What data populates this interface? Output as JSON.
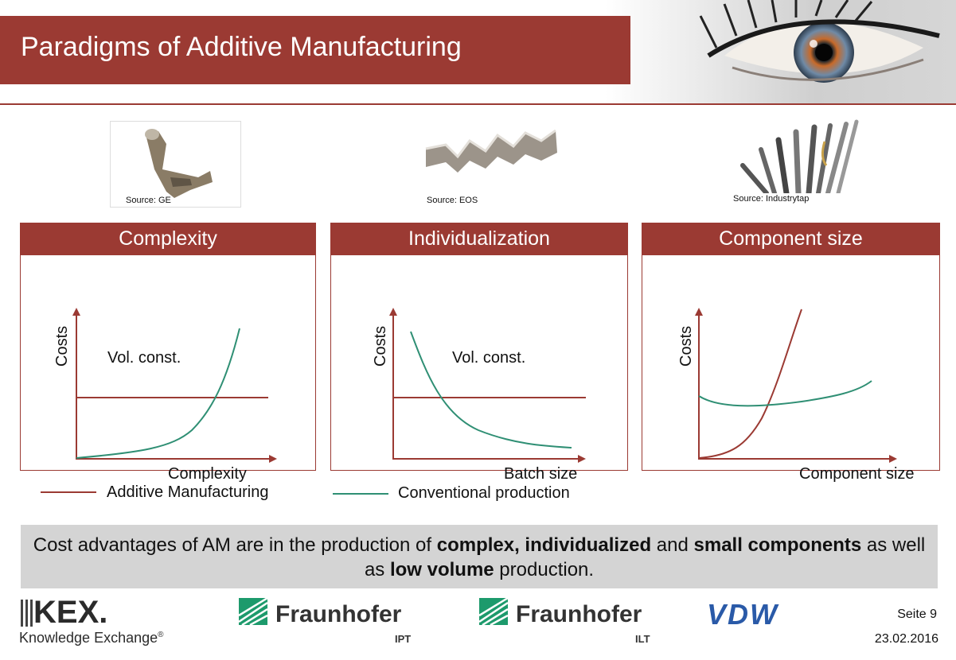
{
  "header": {
    "title": "Paradigms of Additive Manufacturing"
  },
  "photos": [
    {
      "source": "Source: GE"
    },
    {
      "source": "Source: EOS"
    },
    {
      "source": "Source: Industrytap"
    }
  ],
  "panels": [
    {
      "title": "Complexity",
      "ylabel": "Costs",
      "xlabel": "Complexity",
      "note": "Vol. const."
    },
    {
      "title": "Individualization",
      "ylabel": "Costs",
      "xlabel": "Batch size",
      "note": "Vol. const."
    },
    {
      "title": "Component size",
      "ylabel": "Costs",
      "xlabel": "Component size",
      "note": ""
    }
  ],
  "legend": [
    {
      "label": "Additive Manufacturing",
      "color": "#9b3a33"
    },
    {
      "label": "Conventional production",
      "color": "#2f8f74"
    }
  ],
  "summary": {
    "p1": "Cost advantages of AM are in the production of ",
    "b1": "complex, individualized",
    "p2": " and ",
    "b2": "small components",
    "p3": " as well as ",
    "b3": "low volume",
    "p4": " production."
  },
  "footer": {
    "kex_logo": "KEX.",
    "kex_sub": "Knowledge Exchange",
    "kex_reg": "®",
    "fh1_name": "Fraunhofer",
    "fh1_sub": "IPT",
    "fh2_name": "Fraunhofer",
    "fh2_sub": "ILT",
    "vdw": "VDW",
    "page": "Seite 9",
    "date": "23.02.2016"
  },
  "colors": {
    "brand": "#9b3a33",
    "am": "#9b3a33",
    "conventional": "#2f8f74"
  }
}
